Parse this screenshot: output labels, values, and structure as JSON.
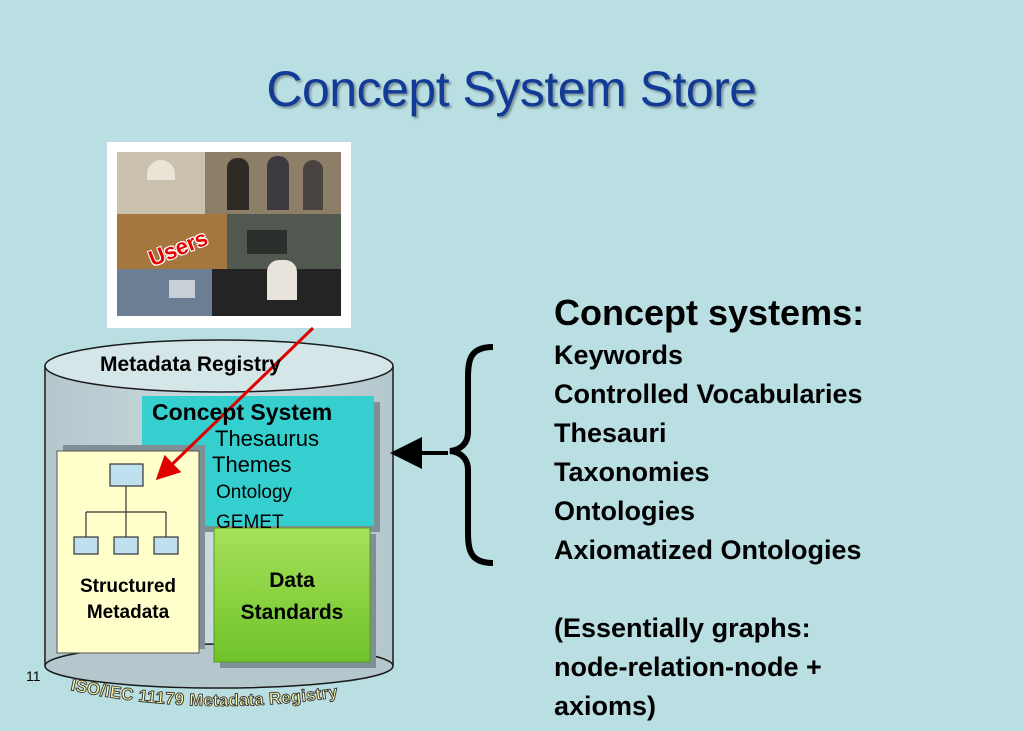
{
  "slide": {
    "title": "Concept System Store",
    "page_number": "11"
  },
  "image": {
    "caption": "Users"
  },
  "registry": {
    "name": "Metadata Registry",
    "footer": "ISO/IEC 11179 Metadata Registry",
    "concept_system": {
      "header": "Concept System",
      "items": [
        "Thesaurus",
        "Themes",
        "Ontology",
        "GEMET"
      ]
    },
    "structured_metadata": [
      "Structured",
      "Metadata"
    ],
    "data_standards": [
      "Data",
      "Standards"
    ]
  },
  "concept_systems_list": {
    "heading": "Concept systems:",
    "items": [
      "Keywords",
      "Controlled Vocabularies",
      "Thesauri",
      "Taxonomies",
      "Ontologies",
      "Axiomatized Ontologies"
    ],
    "note": [
      "(Essentially graphs:",
      "node-relation-node +",
      "axioms)"
    ]
  },
  "colors": {
    "background": "#b9dfe3",
    "title": "#123a96",
    "concept_system_box": "#35cfd0",
    "structured_box": "#ffffcc",
    "data_standards_box": "#88d43a",
    "arrow": "#e00000"
  }
}
